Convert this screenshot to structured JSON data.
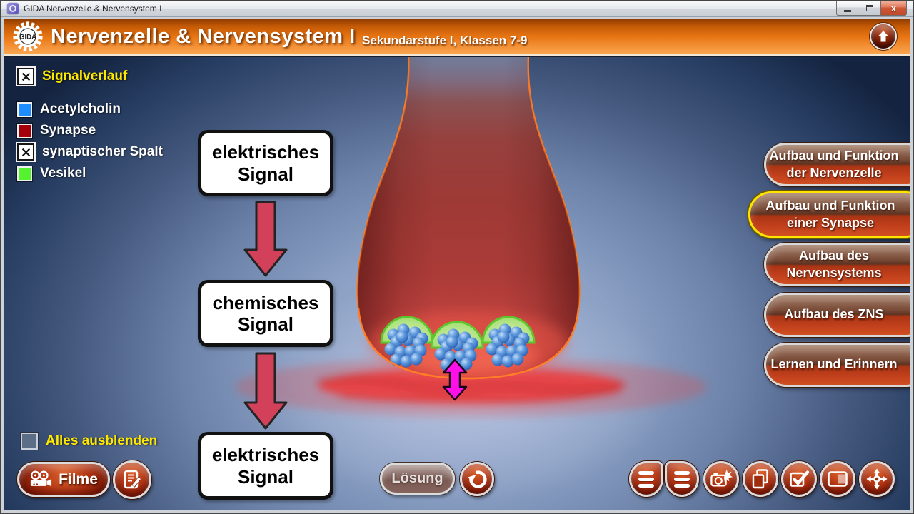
{
  "window": {
    "title": "GIDA Nervenzelle & Nervensystem I",
    "controls": {
      "minimize": "minimize",
      "maximize": "maximize",
      "close": "close"
    }
  },
  "header": {
    "logo_text": "GIDA",
    "title": "Nervenzelle & Nervensystem I",
    "subtitle": "Sekundarstufe I, Klassen 7-9"
  },
  "legend": {
    "signalverlauf": {
      "label": "Signalverlauf",
      "checked": true
    },
    "acetylcholin": {
      "label": "Acetylcholin",
      "color": "#1e8dff"
    },
    "synapse": {
      "label": "Synapse",
      "color": "#a3000a"
    },
    "spalt": {
      "label": "synaptischer Spalt",
      "checked": true
    },
    "vesikel": {
      "label": "Vesikel",
      "color": "#55f22e"
    },
    "hide_all": {
      "label": "Alles ausblenden",
      "checked": false
    }
  },
  "diagram": {
    "box1": {
      "line1": "elektrisches",
      "line2": "Signal"
    },
    "box2": {
      "line1": "chemisches",
      "line2": "Signal"
    },
    "box3": {
      "line1": "elektrisches",
      "line2": "Signal"
    }
  },
  "nav": {
    "items": [
      {
        "line1": "Aufbau und Funktion",
        "line2": "der Nervenzelle",
        "active": false
      },
      {
        "line1": "Aufbau und Funktion",
        "line2": "einer Synapse",
        "active": true
      },
      {
        "line1": "Aufbau des",
        "line2": "Nervensystems",
        "active": false
      },
      {
        "line1": "Aufbau des ZNS",
        "line2": "",
        "active": false
      },
      {
        "line1": "Lernen und Erinnern",
        "line2": "",
        "active": false
      }
    ]
  },
  "footer": {
    "filme": "Filme",
    "losung": "Lösung",
    "toolbar_icons": [
      "list-left",
      "list-right",
      "camera",
      "copy",
      "checklist",
      "frame",
      "navigate"
    ]
  },
  "colors": {
    "header_orange": "#e87614",
    "accent_yellow": "#ffe800",
    "nav_red": "#c2401c",
    "stage_blue": "#8ba0c4",
    "acetylcholin_blue": "#4f8fd8",
    "vesicle_green": "#58cc2e",
    "synapse_red": "#a83834",
    "gap_arrow_magenta": "#ff10e8"
  }
}
